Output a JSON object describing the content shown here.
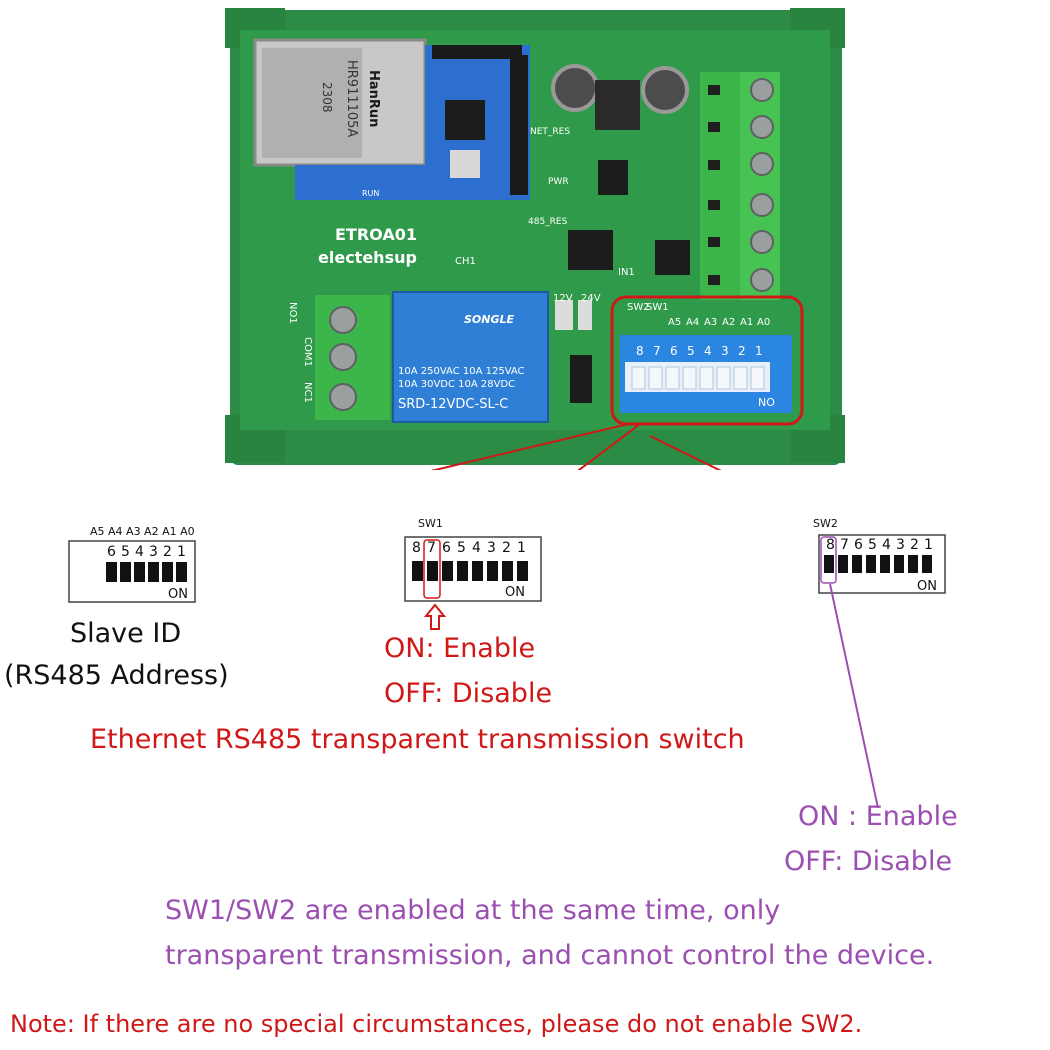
{
  "board": {
    "model": "ETROA01",
    "brand": "electehsup",
    "eth_module": "HR911105A",
    "eth_brand": "HanRun",
    "eth_code": "2308",
    "relay_brand": "SONGLE",
    "relay_model": "SRD-12VDC-SL-C",
    "relay_rating_1": "10A 250VAC  10A 125VAC",
    "relay_rating_2": "10A  30VDC  10A  28VDC",
    "relay_terminals": [
      "NO1",
      "COM1",
      "NC1"
    ],
    "silk": {
      "ch1": "CH1",
      "in1": "IN1",
      "v12": "12V",
      "v24": "24V",
      "pwr": "PWR",
      "net_res": "NET_RES",
      "r485_res": "485_RES",
      "run": "RUN"
    },
    "dip_labels": [
      "SW2",
      "SW1",
      "A5",
      "A4",
      "A3",
      "A2",
      "A1",
      "A0"
    ],
    "dip_numbers": [
      "8",
      "7",
      "6",
      "5",
      "4",
      "3",
      "2",
      "1"
    ],
    "dip_on": "NO"
  },
  "slave_id": {
    "addr_header": "A5 A4 A3 A2 A1 A0",
    "numbers": [
      "6",
      "5",
      "4",
      "3",
      "2",
      "1"
    ],
    "on_label": "ON",
    "caption_line1": "Slave ID",
    "caption_line2": "(RS485 Address)"
  },
  "sw1": {
    "label": "SW1",
    "numbers": [
      "8",
      "7",
      "6",
      "5",
      "4",
      "3",
      "2",
      "1"
    ],
    "on_label": "ON",
    "on_text": "ON: Enable",
    "off_text": "OFF: Disable",
    "description": "Ethernet RS485 transparent transmission switch"
  },
  "sw2": {
    "label": "SW2",
    "numbers": [
      "8",
      "7",
      "6",
      "5",
      "4",
      "3",
      "2",
      "1"
    ],
    "on_label": "ON",
    "on_text": "ON : Enable",
    "off_text": "OFF: Disable",
    "note_line1": "SW1/SW2 are enabled at the same time, only",
    "note_line2": "transparent transmission, and cannot control the device."
  },
  "footer_note": "Note: If there are no special circumstances, please do not enable SW2.",
  "colors": {
    "red": "#d01818",
    "purple": "#9b4fb0",
    "board_green": "#2f9a4a",
    "terminal_green": "#3cb54a",
    "relay_blue": "#2f7fd6",
    "dip_blue": "#2a86e0"
  }
}
